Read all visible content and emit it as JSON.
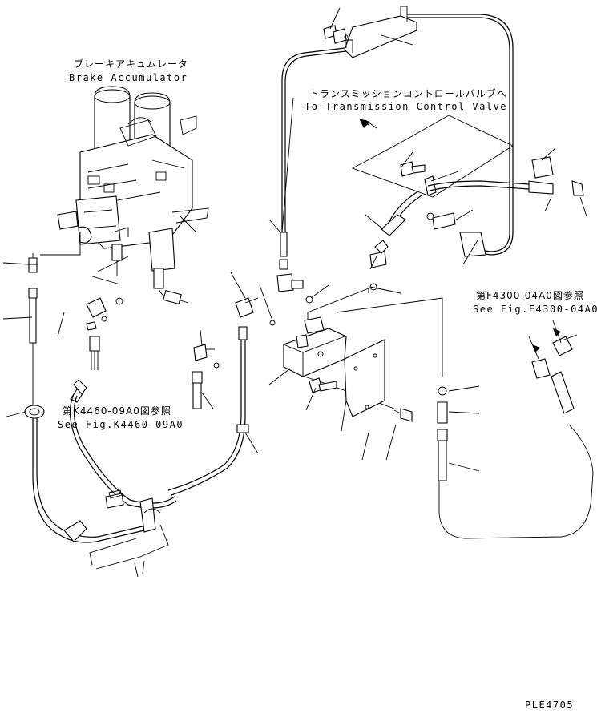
{
  "labels": {
    "brake_accumulator_jp": "ブレーキアキュムレータ",
    "brake_accumulator_en": "Brake Accumulator",
    "transmission_jp": "トランスミッションコントロールバルブへ",
    "transmission_en": "To Transmission Control Valve",
    "ref_f4300_jp": "第F4300-04A0図参照",
    "ref_f4300_en": "See Fig.F4300-04A0",
    "ref_k4460_jp": "第K4460-09A0図参照",
    "ref_k4460_en": "See Fig.K4460-09A0",
    "drawing_number": "PLE4705"
  }
}
